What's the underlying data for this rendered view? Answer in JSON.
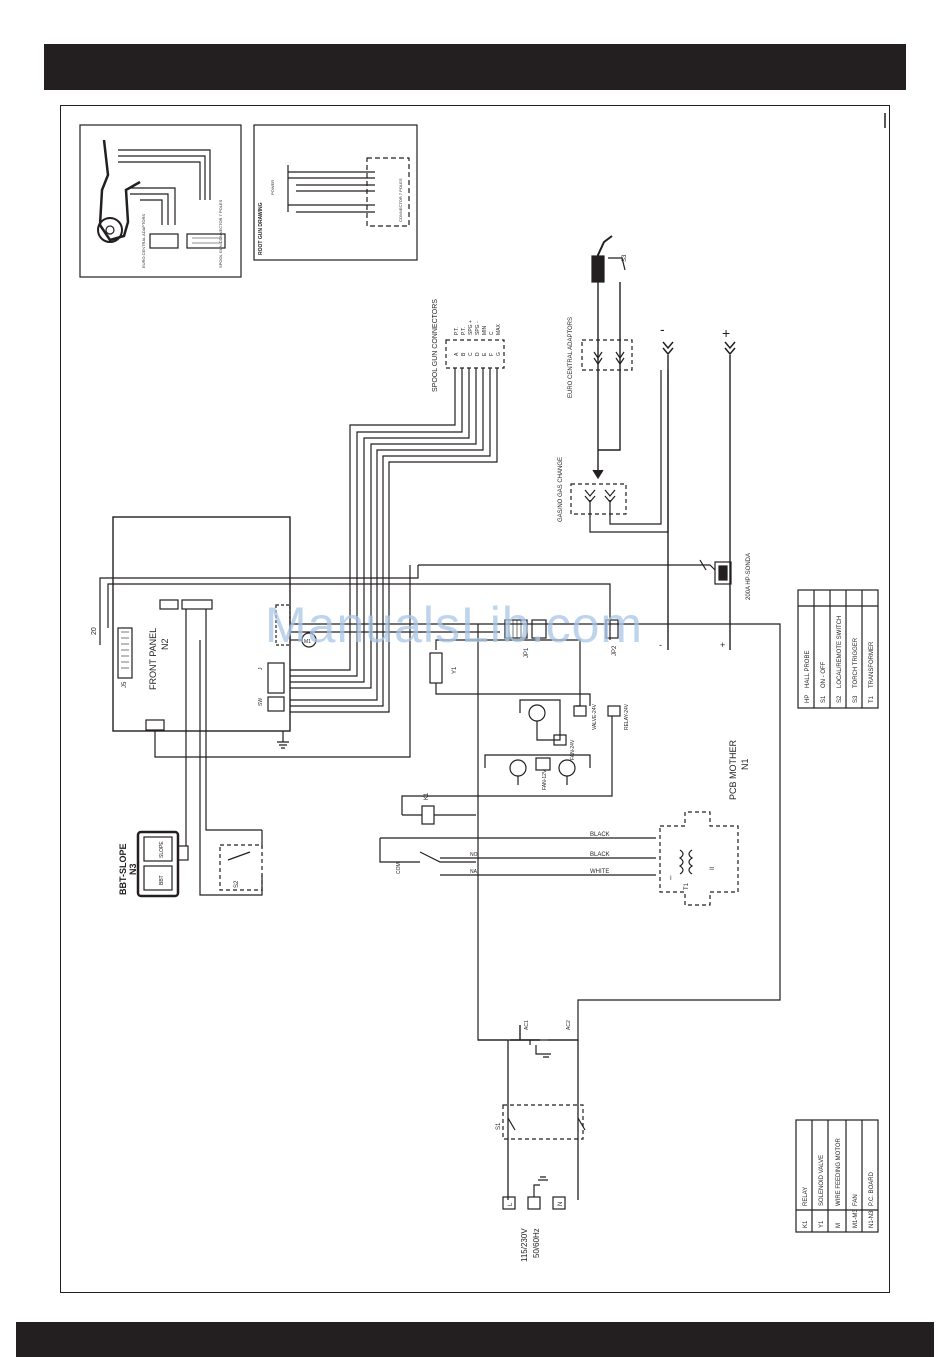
{
  "watermark": "ManualsLib.com",
  "components": {
    "front_panel": {
      "name": "FRONT PANEL",
      "ref": "N2",
      "connector": "J5",
      "wire_count": "20"
    },
    "pcb_mother": {
      "name": "PCB MOTHER",
      "ref": "N1"
    },
    "bbt_slope": {
      "name": "BBT-SLOPE",
      "ref": "N3",
      "labels": [
        "SLOPE",
        "BBT"
      ]
    },
    "spool_gun": {
      "label": "SPOOL GUN CONNECTORS",
      "pins": [
        "A",
        "B",
        "C",
        "D",
        "E",
        "F",
        "G"
      ],
      "signals": [
        "P.T.",
        "P.T.",
        "SPG +",
        "SPG -",
        "MIN",
        "C",
        "MAX"
      ]
    },
    "euro_adaptor": {
      "label": "EURO CENTRAL ADAPTORS"
    },
    "gas_change": {
      "label": "GAS/NO GAS CHANGE"
    },
    "hall_sensor": {
      "label": "200A HP-SONDA"
    },
    "transformer": {
      "ref": "T1",
      "primary": "I",
      "secondary": "II"
    },
    "relay_wires": [
      "BLACK",
      "BLACK",
      "WHITE"
    ],
    "relay_contacts": [
      "COM",
      "NO",
      "NA"
    ],
    "pcb_labels": [
      "JP1",
      "JP2",
      "VALVE-24V",
      "RELAY-24V",
      "FAN-24V",
      "FAN-12V",
      "K1",
      "Y1",
      "AC1",
      "AC2"
    ],
    "supply": {
      "voltage": "115/230V",
      "frequency": "50/60Hz",
      "terminals": [
        "L",
        "N"
      ]
    },
    "switch_s1": "S1",
    "switch_s2": "S2",
    "torch": "S3",
    "polarity": [
      "-",
      "+"
    ],
    "panel_connectors": [
      "SW",
      "J",
      "M1"
    ]
  },
  "legend_top": [
    {
      "code": "HP",
      "desc": "HALL PROBE"
    },
    {
      "code": "S1",
      "desc": "ON - OFF"
    },
    {
      "code": "S2",
      "desc": "LOCAL/REMOTE SWITCH"
    },
    {
      "code": "S3",
      "desc": "TORCH TRIGGER"
    },
    {
      "code": "T1",
      "desc": "TRANSFORMER"
    }
  ],
  "legend_bottom": [
    {
      "code": "K1",
      "desc": "RELAY"
    },
    {
      "code": "Y1",
      "desc": "SOLENOID VALVE"
    },
    {
      "code": "M",
      "desc": "WIRE FEEDING MOTOR"
    },
    {
      "code": "M1-M3",
      "desc": "FAN"
    },
    {
      "code": "N1-N3",
      "desc": "P.C. BOARD"
    }
  ],
  "inset_right": {
    "title": "ROOT GUN DRAWING",
    "labels": [
      "POWER",
      "CONNECTOR 7 POLES"
    ]
  },
  "inset_left": {
    "labels": [
      "EURO CENTRAL ADAPTORS",
      "SPOOL GUN CONNECTOR 7 POLES"
    ]
  }
}
